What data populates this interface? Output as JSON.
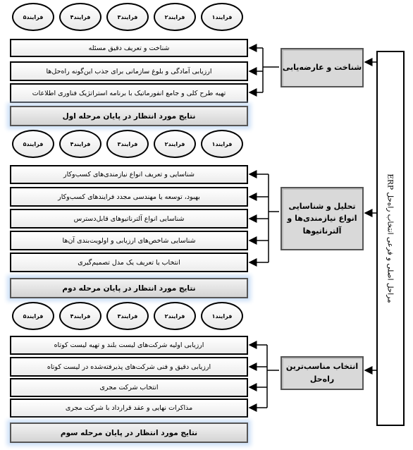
{
  "process_labels": [
    "فرایند۱",
    "فرایند۲",
    "فرایند۳",
    "فرایند۴",
    "فرایند۵"
  ],
  "sidebar_title": "مراحل اصلی و فرعی انتخاب راه‌حل ERP",
  "stages": [
    {
      "phase": "شناخت و عارضه‌یابی",
      "steps": [
        "شناخت و تعریف دقیق مسئله",
        "ارزیابی آمادگی و بلوغ سازمانی برای جذب این‌گونه راه‌حل‌ها",
        "تهیه طرح کلی و جامع انفورماتیک با برنامه استراتژیک فناوری اطلاعات"
      ],
      "result": "نتایج مورد انتظار در پایان مرحله اول"
    },
    {
      "phase": "تحلیل و شناسایی انواع نیازمندی‌ها و آلترناتیوها",
      "steps": [
        "شناسایی و تعریف انواع نیازمندی‌های کسب‌وکار",
        "بهبود، توسعه یا مهندسی مجدد فرایندهای کسب‌وکار",
        "شناسایی انواع آلترناتیوهای قابل‌دسترس",
        "شناسایی شاخص‌های ارزیابی و اولویت‌بندی آن‌ها",
        "انتخاب یا تعریف یک مدل تصمیم‌گیری"
      ],
      "result": "نتایج مورد انتظار در پایان مرحله دوم"
    },
    {
      "phase": "انتخاب مناسب‌ترین راه‌حل",
      "steps": [
        "ارزیابی اولیه شرکت‌های لیست بلند و تهیه لیست کوتاه",
        "ارزیابی دقیق و فنی شرکت‌های پذیرفته‌شده در لیست کوتاه",
        "انتخاب شرکت مجری",
        "مذاکرات نهایی و عقد قرارداد با شرکت مجری"
      ],
      "result": "نتایج مورد انتظار در پایان مرحله سوم"
    }
  ]
}
